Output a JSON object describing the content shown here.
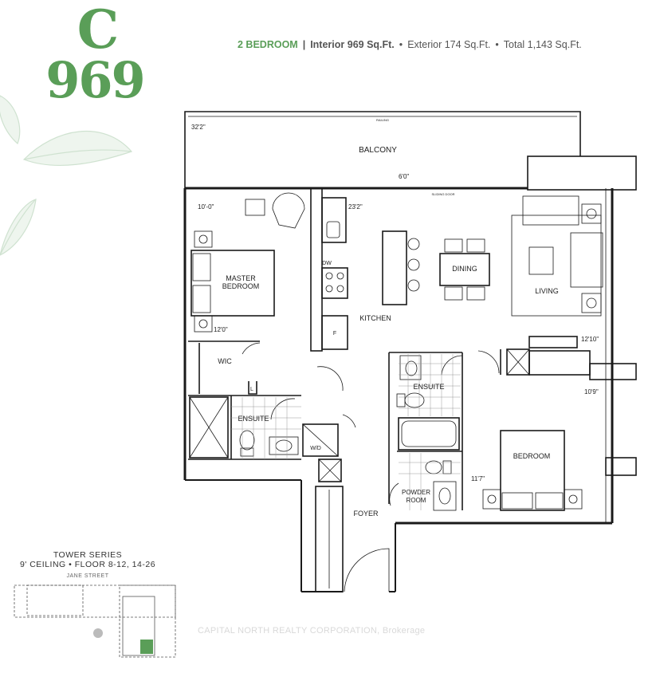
{
  "unit": {
    "letter": "C",
    "number": "969",
    "bedrooms": "2 BEDROOM",
    "interior": "Interior 969 Sq.Ft.",
    "exterior": "Exterior 174 Sq.Ft.",
    "total": "Total 1,143 Sq.Ft."
  },
  "colors": {
    "brand_green": "#5a9e58",
    "wall": "#1a1a1a",
    "leaf": "#cfe2d0"
  },
  "rooms": {
    "balcony": "BALCONY",
    "master_bedroom_line1": "MASTER",
    "master_bedroom_line2": "BEDROOM",
    "wic": "WIC",
    "ensuite_master": "ENSUITE",
    "kitchen": "KITCHEN",
    "dining": "DINING",
    "living": "LIVING",
    "ensuite_second": "ENSUITE",
    "bedroom": "BEDROOM",
    "powder_line1": "POWDER",
    "powder_line2": "ROOM",
    "foyer": "FOYER"
  },
  "fixtures": {
    "dw": "DW",
    "fridge": "F",
    "linen": "L",
    "washer_dryer": "W/D",
    "sliding_door": "SLIDING DOOR",
    "railing": "RAILING"
  },
  "dimensions": {
    "balcony_width": "32'2\"",
    "balcony_depth": "6'0\"",
    "master_width": "10'-0\"",
    "master_depth": "12'0\"",
    "living_width": "23'2\"",
    "living_depth": "12'10\"",
    "bedroom_depth": "10'9\"",
    "bedroom_width": "11'7\""
  },
  "keyplan": {
    "series": "TOWER SERIES",
    "ceiling": "9' CEILING • FLOOR 8-12, 14-26",
    "street": "JANE STREET"
  },
  "watermark": "CAPITAL NORTH REALTY CORPORATION, Brokerage"
}
